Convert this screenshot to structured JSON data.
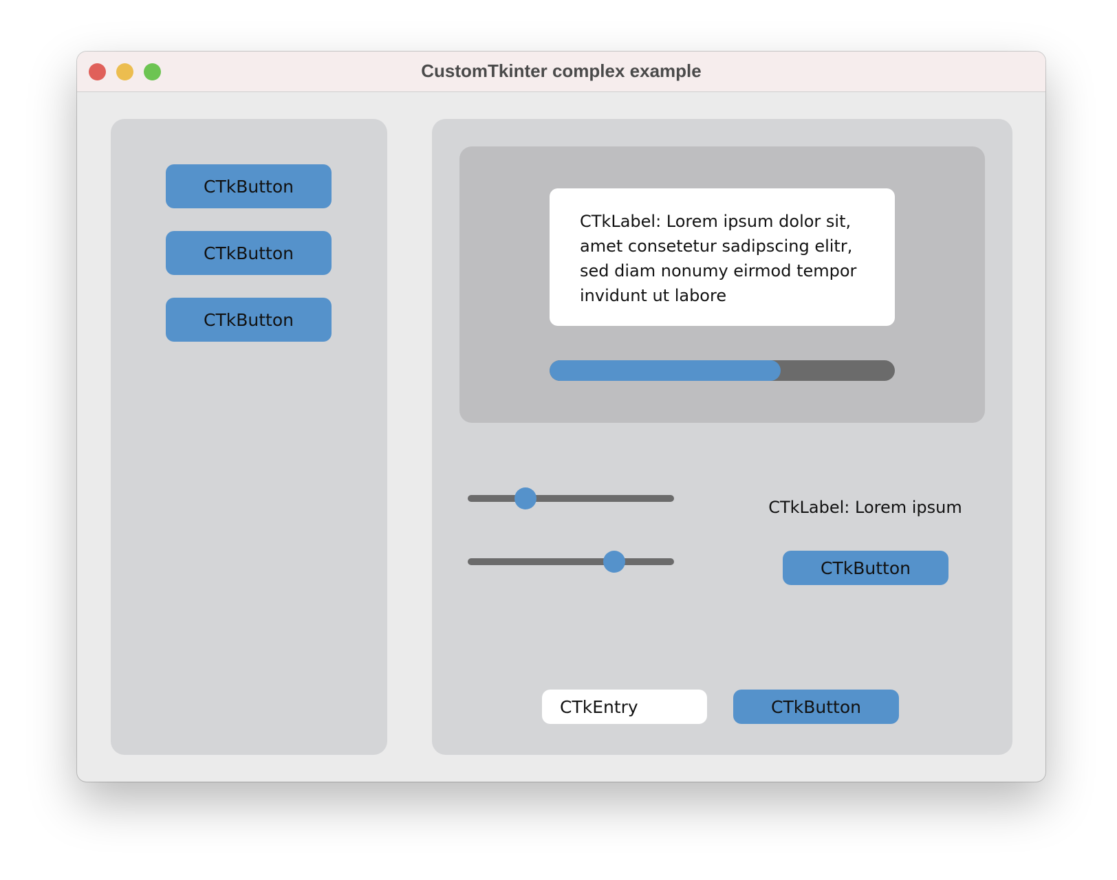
{
  "window": {
    "title": "CustomTkinter complex example"
  },
  "left_panel": {
    "buttons": [
      {
        "label": "CTkButton"
      },
      {
        "label": "CTkButton"
      },
      {
        "label": "CTkButton"
      }
    ]
  },
  "right_panel": {
    "text_label": "CTkLabel: Lorem ipsum dolor sit, amet consetetur sadipscing elitr, sed diam nonumy eirmod tempor invidunt ut labore",
    "progress": 0.67,
    "sliders": [
      {
        "value": 0.28
      },
      {
        "value": 0.71
      }
    ],
    "side_label": "CTkLabel: Lorem ipsum",
    "side_button": {
      "label": "CTkButton"
    },
    "entry": {
      "placeholder": "CTkEntry"
    },
    "bottom_button": {
      "label": "CTkButton"
    }
  },
  "colors": {
    "accent": "#5592cb",
    "track": "#6b6b6b",
    "frame": "#d4d5d7",
    "inner_frame": "#bebec0",
    "window_bg": "#ebebeb"
  }
}
